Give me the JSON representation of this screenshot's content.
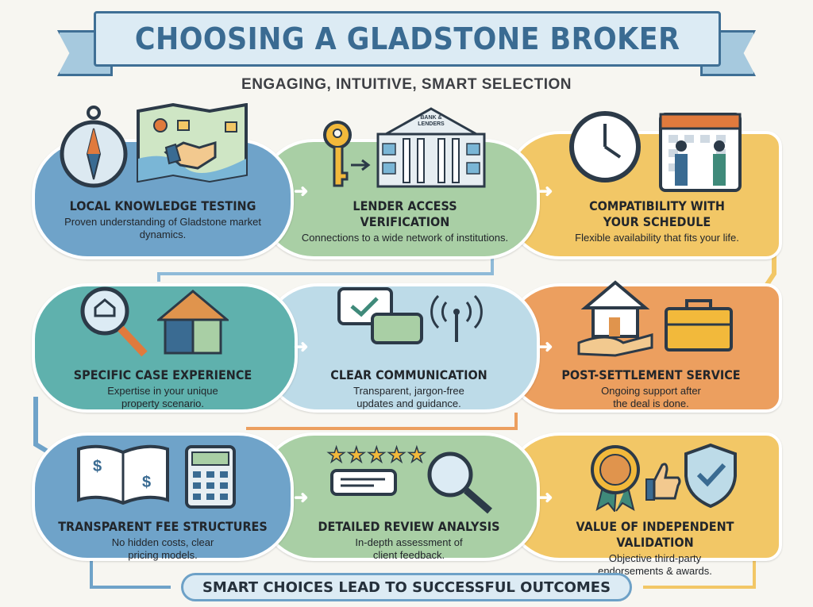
{
  "title": "CHOOSING A GLADSTONE BROKER",
  "subtitle": "ENGAGING, INTUITIVE, SMART SELECTION",
  "colors": {
    "blue": "#6fa3c9",
    "green": "#a9cfa5",
    "yellow": "#f2c766",
    "teal": "#5fb1ad",
    "light_blue": "#bddbe8",
    "orange": "#ec9f5f",
    "title": "#3a6b92"
  },
  "cards": [
    {
      "title": "LOCAL KNOWLEDGE TESTING",
      "desc": "Proven understanding of Gladstone market dynamics.",
      "icons": [
        "compass-icon",
        "map-icon",
        "handshake-icon"
      ]
    },
    {
      "title": "LENDER ACCESS VERIFICATION",
      "desc": "Connections to a wide network of institutions.",
      "icons": [
        "key-icon",
        "bank-icon"
      ],
      "bank_sign": "BANK & LENDERS"
    },
    {
      "title": "COMPATIBILITY WITH YOUR SCHEDULE",
      "desc": "Flexible availability that fits your life.",
      "icons": [
        "clock-icon",
        "calendar-icon"
      ]
    },
    {
      "title": "SPECIFIC CASE EXPERIENCE",
      "desc": "Expertise in your unique property scenario.",
      "icons": [
        "magnifier-house-icon",
        "puzzle-house-icon"
      ]
    },
    {
      "title": "CLEAR COMMUNICATION",
      "desc": "Transparent, jargon-free updates and guidance.",
      "icons": [
        "chat-bubbles-icon",
        "signal-icon"
      ]
    },
    {
      "title": "POST-SETTLEMENT SERVICE",
      "desc": "Ongoing support after the deal is done.",
      "icons": [
        "house-in-hand-icon",
        "toolbox-icon"
      ]
    },
    {
      "title": "TRANSPARENT FEE STRUCTURES",
      "desc": "No hidden costs, clear pricing models.",
      "icons": [
        "ledger-book-icon",
        "calculator-icon"
      ]
    },
    {
      "title": "DETAILED REVIEW ANALYSIS",
      "desc": "In-depth assessment of client feedback.",
      "icons": [
        "stars-icon",
        "review-magnifier-icon"
      ]
    },
    {
      "title": "VALUE OF INDEPENDENT VALIDATION",
      "desc": "Objective third-party endorsements & awards.",
      "icons": [
        "award-badge-icon",
        "thumbs-up-icon",
        "shield-check-icon"
      ]
    }
  ],
  "footer": "SMART CHOICES LEAD TO SUCCESSFUL OUTCOMES"
}
